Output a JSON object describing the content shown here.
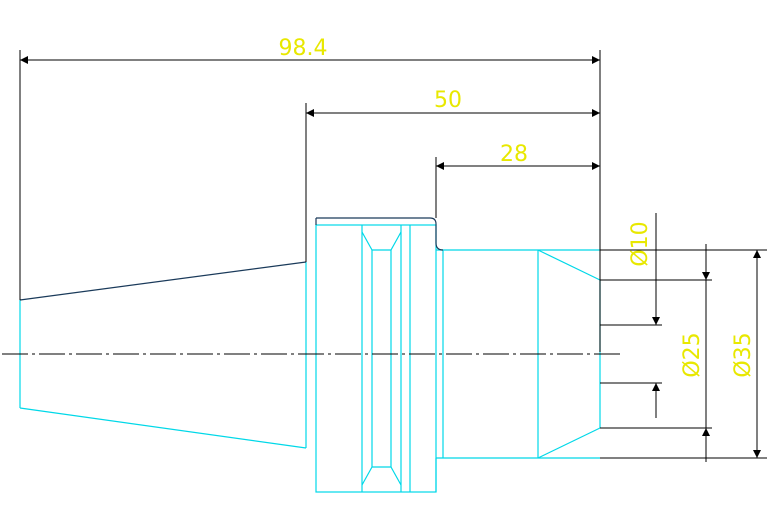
{
  "drawing": {
    "colors": {
      "background": "#ffffff",
      "part_outline": "#00d8e8",
      "dimension_line": "#000000",
      "dimension_text": "#e8e800",
      "centerline": "#000000"
    },
    "dimensions": {
      "length_total": "98.4",
      "length_50": "50",
      "length_28": "28",
      "dia_10": "Ø10",
      "dia_25": "Ø25",
      "dia_35": "Ø35"
    }
  }
}
